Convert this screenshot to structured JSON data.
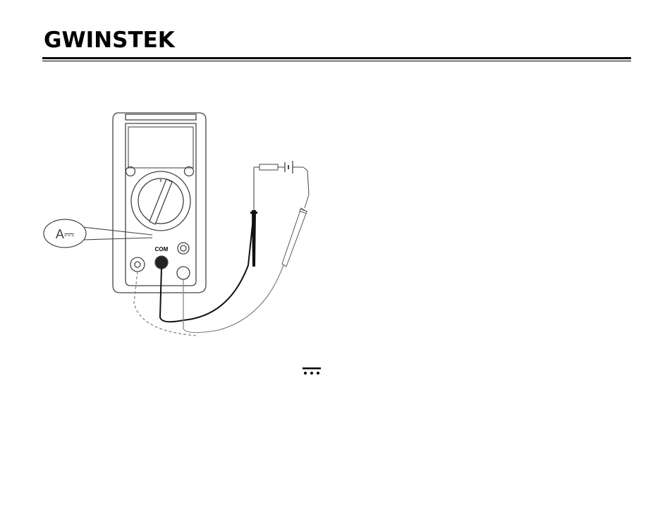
{
  "header": {
    "logo_text": "GWINSTEK"
  },
  "figure": {
    "callout_label": "A⎓",
    "com_label": "COM"
  },
  "icons": {
    "dc_symbol": "dc-symbol-icon"
  }
}
